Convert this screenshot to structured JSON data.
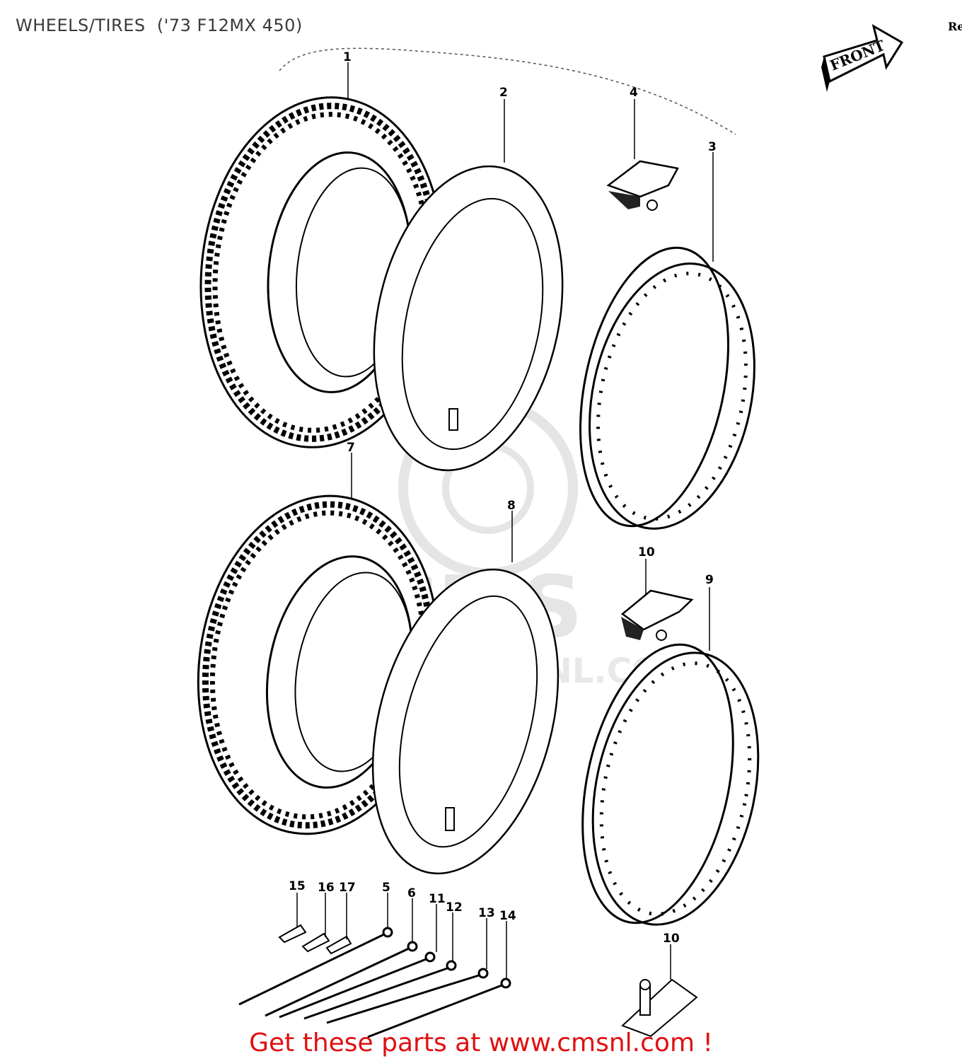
{
  "header": {
    "title": "WHEELS/TIRES  ('73 F12MX 450)",
    "corner_mark": "Rе"
  },
  "front_arrow": {
    "label": "FRONT"
  },
  "watermark": {
    "logo_text": "CMS",
    "url_text": "WWW.CMSNL.COM"
  },
  "callouts": {
    "c1": "1",
    "c2": "2",
    "c3": "3",
    "c4": "4",
    "c5": "5",
    "c6": "6",
    "c7": "7",
    "c8": "8",
    "c9": "9",
    "c10a": "10",
    "c10b": "10",
    "c11": "11",
    "c12": "12",
    "c13": "13",
    "c14": "14",
    "c15": "15",
    "c16": "16",
    "c17": "17"
  },
  "footer": {
    "promo": "Get these parts at www.cmsnl.com !",
    "promo_color": "#e01010"
  }
}
